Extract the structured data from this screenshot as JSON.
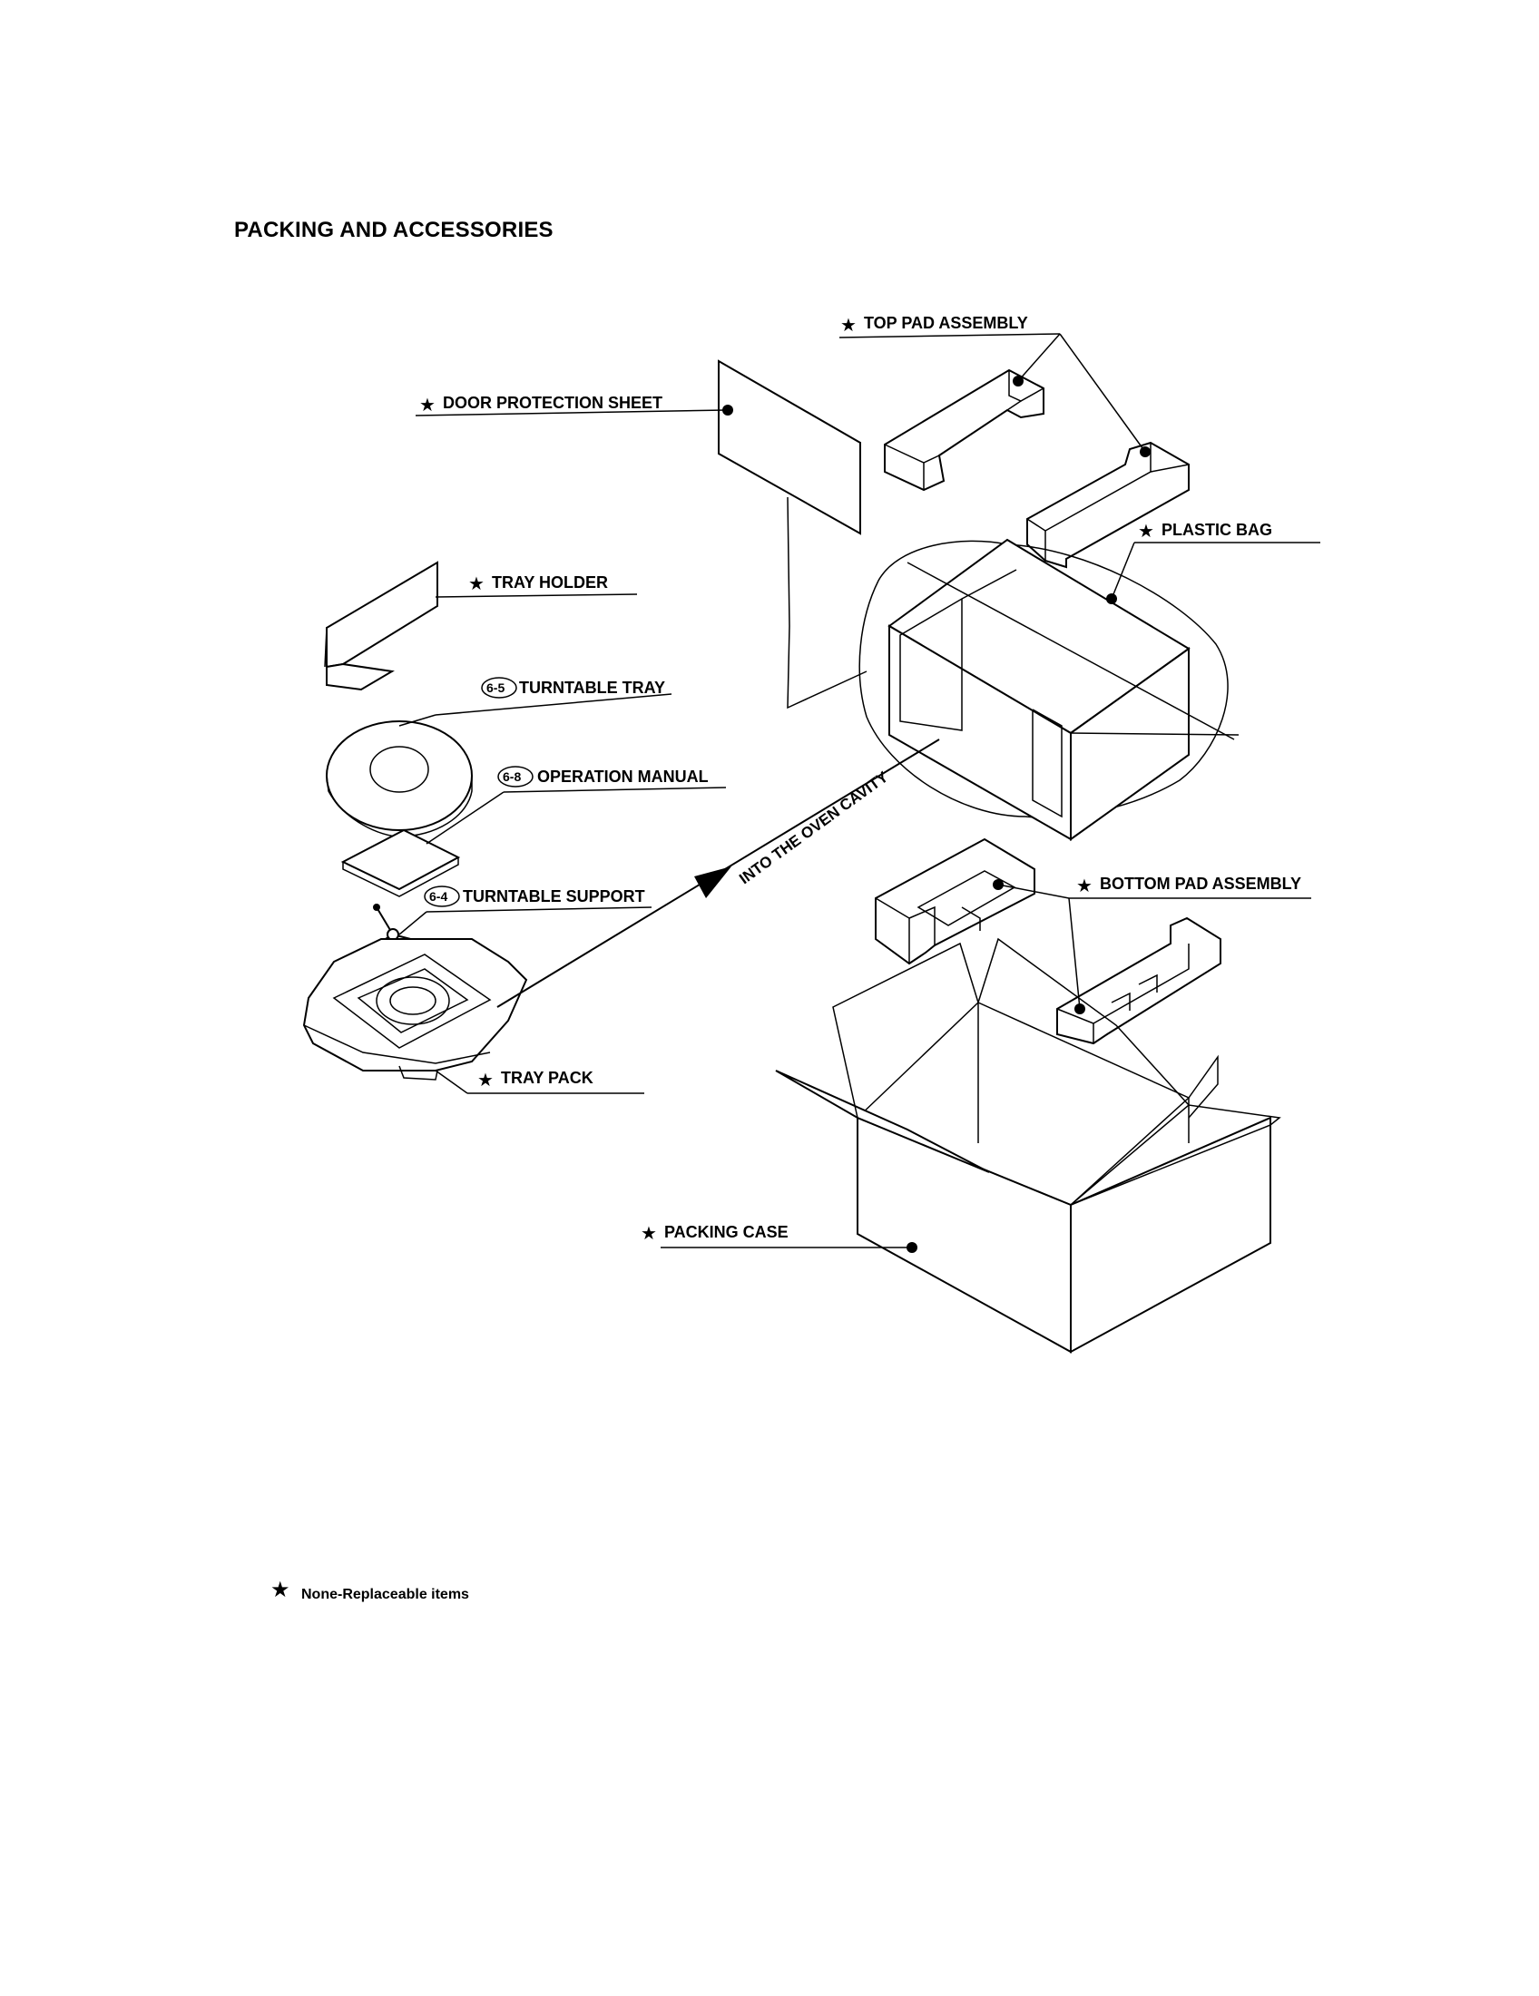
{
  "page": {
    "title": "PACKING AND ACCESSORIES"
  },
  "labels": {
    "top_pad": {
      "star": "★",
      "text": "TOP PAD ASSEMBLY"
    },
    "door_sheet": {
      "star": "★",
      "text": "DOOR PROTECTION SHEET"
    },
    "plastic_bag": {
      "star": "★",
      "text": "PLASTIC BAG"
    },
    "tray_holder": {
      "star": "★",
      "text": "TRAY HOLDER"
    },
    "turntable_tray": {
      "badge": "6-5",
      "text": "TURNTABLE TRAY"
    },
    "operation_manual": {
      "badge": "6-8",
      "text": "OPERATION MANUAL"
    },
    "turntable_support": {
      "badge": "6-4",
      "text": "TURNTABLE SUPPORT"
    },
    "bottom_pad": {
      "star": "★",
      "text": "BOTTOM PAD ASSEMBLY"
    },
    "tray_pack": {
      "star": "★",
      "text": "TRAY PACK"
    },
    "packing_case": {
      "star": "★",
      "text": "PACKING CASE"
    }
  },
  "arrow_text": "INTO THE OVEN CAVITY",
  "legend": {
    "star": "★",
    "text": "None-Replaceable items"
  }
}
